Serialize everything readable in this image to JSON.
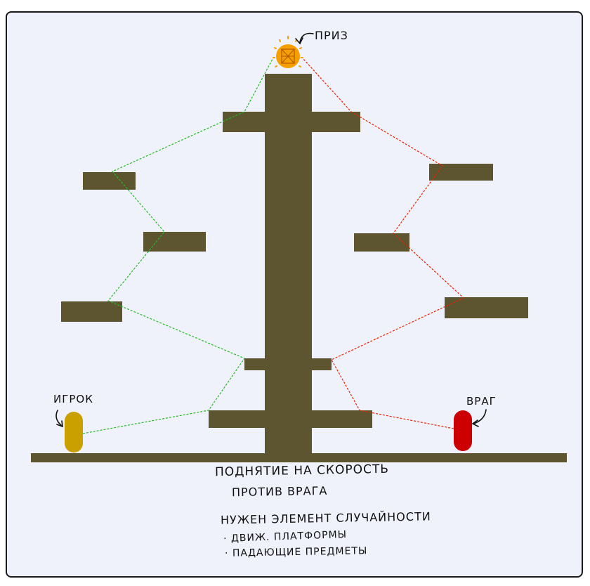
{
  "labels": {
    "prize": "ПРИЗ",
    "player": "ИГРОК",
    "enemy": "ВРАГ"
  },
  "notes": {
    "line1": "ПОДНЯТИЕ НА СКОРОСТЬ",
    "line2": "ПРОТИВ ВРАГА",
    "line3": "НУЖЕН ЭЛЕМЕНТ СЛУЧАЙНОСТИ",
    "bullet1": "· ДВИЖ. ПЛАТФОРМЫ",
    "bullet2": "· ПАДАЮЩИЕ ПРЕДМЕТЫ"
  },
  "colors": {
    "platform": "#5c5530",
    "player": "#c9a000",
    "enemy": "#cc0000",
    "prize": "#f5a000",
    "player_path": "#22bb22",
    "enemy_path": "#ee2200",
    "background": "#f0f2fb"
  }
}
